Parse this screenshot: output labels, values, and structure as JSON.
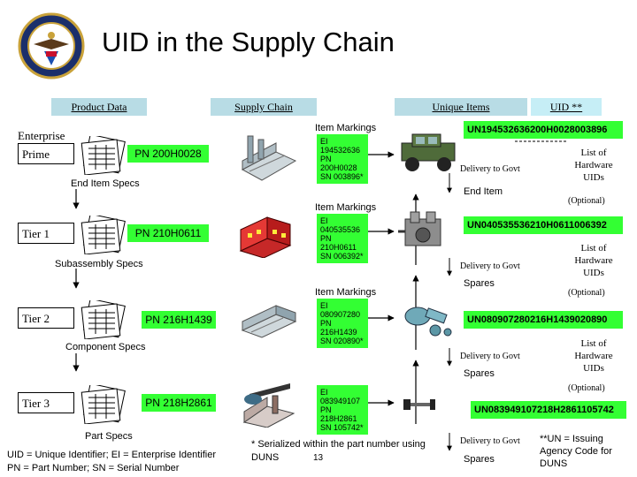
{
  "title": "UID in the Supply Chain",
  "headers": {
    "product_data": "Product Data",
    "supply_chain": "Supply Chain",
    "unique_items": "Unique Items",
    "uid": "UID **"
  },
  "enterprise_label": "Enterprise",
  "rows": [
    {
      "tier": "Prime",
      "part_number": "PN 200H0028",
      "specs": "End Item Specs",
      "markings_label": "Item Markings",
      "marking": [
        "EI 194532636",
        "PN 200H0028",
        "SN 003896*"
      ],
      "uid": "UN194532636200H0028003896",
      "delivery": "Delivery to Govt",
      "item_type": "End Item",
      "list_text": [
        "List of",
        "Hardware",
        "UIDs"
      ],
      "optional": "(Optional)"
    },
    {
      "tier": "Tier 1",
      "part_number": "PN 210H0611",
      "specs": "Subassembly Specs",
      "markings_label": "Item Markings",
      "marking": [
        "EI 040535536",
        "PN 210H0611",
        "SN 006392*"
      ],
      "uid": "UN040535536210H0611006392",
      "delivery": "Delivery to Govt",
      "item_type": "Spares",
      "list_text": [
        "List of",
        "Hardware",
        "UIDs"
      ],
      "optional": "(Optional)"
    },
    {
      "tier": "Tier 2",
      "part_number": "PN 216H1439",
      "specs": "Component Specs",
      "markings_label": "Item Markings",
      "marking": [
        "EI 080907280",
        "PN 216H1439",
        "SN 020890*"
      ],
      "uid": "UN080907280216H1439020890",
      "delivery": "Delivery to Govt",
      "item_type": "Spares",
      "list_text": [
        "List of",
        "Hardware",
        "UIDs"
      ],
      "optional": "(Optional)"
    },
    {
      "tier": "Tier 3",
      "part_number": "PN 218H2861",
      "specs": "Part Specs",
      "marking": [
        "EI 083949107",
        "PN 218H2861",
        "SN 105742*"
      ],
      "uid": "UN083949107218H2861105742",
      "delivery": "Delivery to Govt",
      "item_type": "Spares"
    }
  ],
  "footnote_left": [
    "UID = Unique Identifier; EI = Enterprise Identifier",
    "PN = Part Number; SN = Serial Number"
  ],
  "footnote_mid": [
    "* Serialized within the part number using",
    "DUNS"
  ],
  "page_number": "13",
  "footnote_right": [
    "**UN = Issuing",
    "Agency Code for",
    "DUNS"
  ],
  "colors": {
    "marking_green": "#33ff33",
    "header_blue": "#b8dce5"
  }
}
